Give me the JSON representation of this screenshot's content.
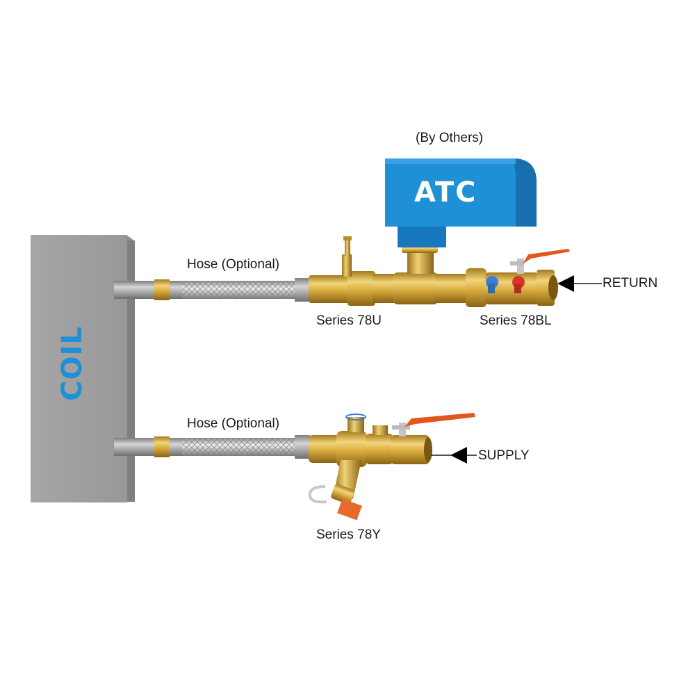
{
  "labels": {
    "by_others": "(By Others)",
    "atc": "ATC",
    "coil": "COIL",
    "hose_top": "Hose (Optional)",
    "hose_bottom": "Hose (Optional)",
    "series_78u": "Series 78U",
    "series_78bl": "Series 78BL",
    "series_78y": "Series 78Y",
    "return": "RETURN",
    "supply": "SUPPLY"
  },
  "colors": {
    "coil_gray": "#9c9c9c",
    "actuator_blue": "#1f8fd6",
    "brass": "#d4a83a",
    "handle_orange": "#e2571c",
    "knob_blue": "#3a7fd0",
    "knob_red": "#d8342a",
    "pipe_gray": "#a8a8a8"
  }
}
